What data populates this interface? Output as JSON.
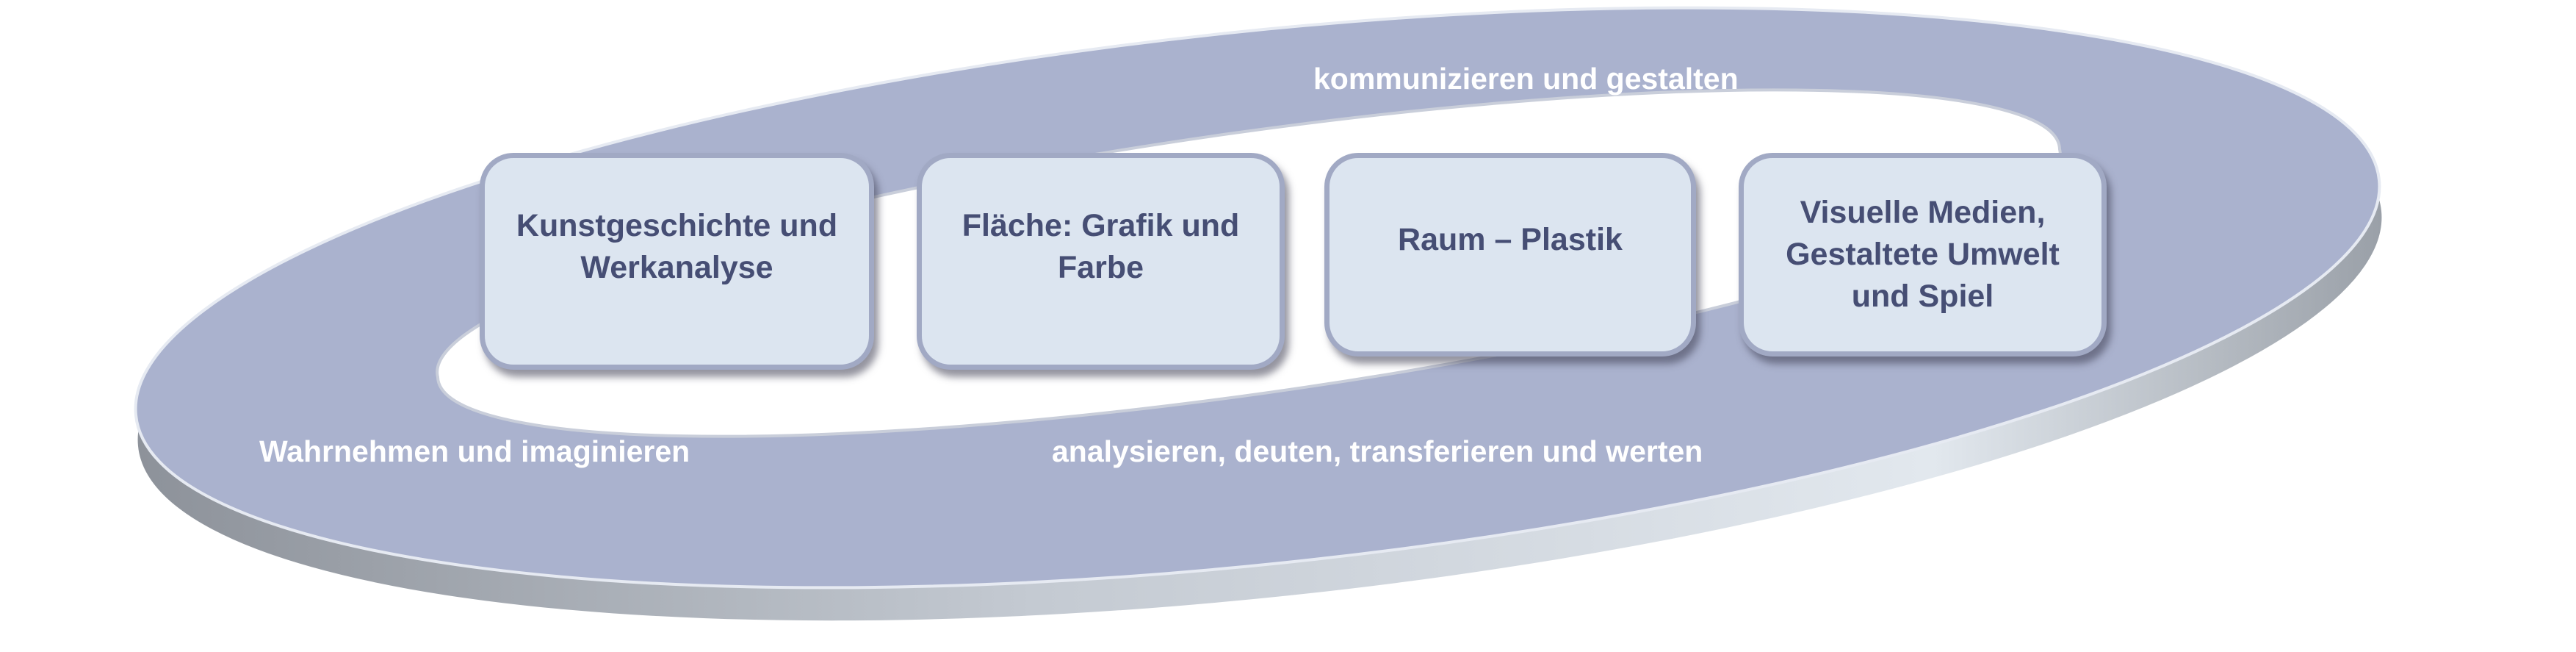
{
  "diagram": {
    "ring_labels": {
      "top": "kommunizieren und gestalten",
      "bottom_left": "Wahrnehmen und imaginieren",
      "bottom_right": "analysieren, deuten, transferieren und werten"
    },
    "boxes": [
      {
        "label": "Kunstgeschichte und Werkanalyse"
      },
      {
        "label": "Fläche: Grafik und Farbe"
      },
      {
        "label": "Raum – Plastik"
      },
      {
        "label": "Visuelle Medien, Gestaltete Umwelt und Spiel"
      }
    ],
    "colors": {
      "ring": "#aab2ce",
      "box_fill": "#dce5f0",
      "box_border": "#a1a9c4",
      "box_text": "#464e74",
      "ring_text": "#ffffff"
    }
  }
}
